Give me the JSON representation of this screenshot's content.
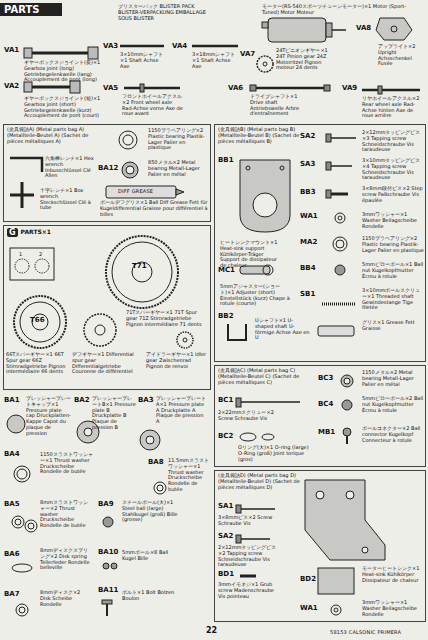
{
  "diagram": {
    "title": "PARTS",
    "nodes": [
      {
        "text": [
          "(金具袋詰A) (Metal parts bag A) (Metallteile-Beutel A) (Sachet de pièces métalliques A)"
        ]
      },
      {
        "text": [
          "G",
          "PARTS×1"
        ]
      },
      {
        "text": [
          "(金具袋詰B) (Metal parts bag B) (Metallteile-Beutel B) (Sachet de pièces métalliques B)"
        ]
      },
      {
        "text": [
          "(金具袋詰C) (Metal parts bag C) (Metallteile-Beutel C) (Sachet de pièces métalliques C)"
        ]
      },
      {
        "text": [
          "(金具袋詰D) (Metal parts bag D) (Metallteile-Beutel D) (Sachet de pièces métalliques D)"
        ]
      }
    ],
    "labels": [
      "ブリスターパック BLISTER PACK BLISTER-VERPACKUNG EMBALLAGE SOUS BLISTER",
      "モーター(RS-540スポーツチューンモーター)×1 Motor (Sport-Tuned) Motor Moteur",
      "VA1",
      "ギヤーボックスジョイント(長)×1 Gearbox joint (long) Getriebegelenkwelle (lang) Accouplement de pont (long)",
      "VA2",
      "ギヤーボックスジョイント(短)×1 Gearbox joint (short) Getriebegelenkwelle (kurz) Accouplement de pont (court)",
      "VA3",
      "3×10mmシャフト×1 Shaft Achse Axe",
      "VA4",
      "3×18mmシャフト×1 Shaft Achse Axe",
      "VA7",
      "24Tピニオンギヤー×1 24T Pinion gear 24Z Motorritzel Pignon moteur 24 dents",
      "VA8",
      "アップライト×2 Upright Achsschenkel Fusée",
      "VA5",
      "フロントホイールアクスル×2 Front wheel axle Rad-Achse vorne Axe de roue avant",
      "VA6",
      "ドライブシャフト×1 Drive shaft Antriebswelle Arbre d'entraînement",
      "VA9",
      "リヤホイールアクスル×2 Rear wheel axle Rad-Achse hinten Axe de roue arrière",
      "六角棒レンチ×1 Hex wrench Inbusschlüssel Clé Allen",
      "十字レンチ×1 Box wrench Steckschlüssel Clé à tube",
      "1150プラベアリング×2 Plastic bearing Plastik-Lager Palier en plastique",
      "BA12",
      "850メタル×2 Metal bearing Metall-Lager Palier en métal",
      "DIFF GREASE",
      "ボールデフグリス×1 Ball Diff Grease Fett für Kugeldifferential Graisse pour différentiel à billes",
      "1",
      "2",
      "T71",
      "T66",
      "71Tスパーギヤー×1 71T Spur gear 71Z Stirnradgetriebe Pignon intermédiaire 71 dents",
      "66Tスパーギヤー×1 66T Spur gear 66Z Stirnradgetriebe Pignon intermédiaire 66 dents",
      "デフギヤー×1 Differential spur gear Differentialgetriebe Couronne de différentiel",
      "アイドラーギヤー×1 Idler gear Zwischenrad Pignon de renvoi",
      "BA1",
      "プレッシャープレートキャップ×1 Pressure plate cap Druckplatten-Kappe Capot du plaque de pression",
      "BA2",
      "プレッシャープレートB×1 Pressure plate B Druckplatte B Plaque de pression B",
      "BA3",
      "プレッシャープレートA×1 Pressure plate A Druckplatte A Plaque de pression A",
      "BA8",
      "11.5mmスラストワッシャー×1 Thrust washer Druckscheibe Rondelle de butée",
      "BA4",
      "1150スラストワッシャー×1 Thrust washer Druckscheibe Rondelle de butée",
      "BA5",
      "8mmスラストワッシャー×2 Thrust washer Druckscheibe Rondelle de butée",
      "BA6",
      "8mmディスクスプリング×2 Disk spring Tellerfeder Rondelle belleville",
      "BA7",
      "8mmディスク×2 Disk Scheibe Rondelle",
      "BA9",
      "スチールボール(大)×1 Steel ball (large) Stahlkugel (groß) Bille (grosse)",
      "BA10",
      "5mmボール×8 Ball Kugel Bille",
      "BA11",
      "ボルト×1 Bolt Bolzen Boulon",
      "SA2",
      "2×12mmタッピングビス×3 Tapping screw Schneidschraube Vis taraudeuse",
      "SA3",
      "3×10mmタッピングビス×4 Tapping screw Schneidschraube Vis taraudeuse",
      "BB3",
      "3×8mm段付ビス×2 Step screw Paßschraube Vis épaulée",
      "WA1",
      "3mmワッシャー×1 Washer Beilagscheibe Rondelle",
      "MA2",
      "1150プラベアリング×2 Plastic bearing Plastik-Lager Palier en plastique",
      "BB1",
      "ヒートシンクマウント×1 Heat-sink support Kühlkörper-Träger Support de dissipateur de chaleur",
      "BB4",
      "5mmピローボール×1 Ball nut Kugelkopfmutter Écrou à rotule",
      "MC1",
      "5mmアジャスター(ショート)×1 Adjuster (short) Einstellstück (kurz) Chape à rotule (courte)",
      "SB1",
      "3×10mmボールスクリュー×1 Threaded shaft Gewindestange Tige filetée",
      "BB2",
      "Uシャフト×1 U-shaped shaft U-förmige Achse Axe en U",
      "グリス×1 Grease Fett Graisse",
      "BC3",
      "1150メタル×2 Metal bearing Metall-Lager Palier en métal",
      "BC4",
      "5mmピローボール×2 Ball nut Kugelkopfmutter Écrou à rotule",
      "BC1",
      "2×22mmスクリュー×2 Screw Schraube Vis",
      "BC2",
      "Oリング(大)×1 O-ring (large) O-Ring (groß) Joint torique (gros)",
      "MB1",
      "ボールコネクター×2 Ball connector Kugelkopf Connecteur à rotule",
      "SA1",
      "3×8mmビス×2 Screw Schraube Vis",
      "BD2",
      "モーターヒートシンク×1 Heat-sink Kühlkörper Dissipateur de chaleur",
      "SA2",
      "2×12mmタッピングビス×2 Tapping screw Schneidschraube Vis taraudeuse",
      "BD1",
      "3mmイモネジ×1 Grub screw Madenschraube Vis pointeau",
      "WA1",
      "3mmワッシャー×1 Washer Beilagscheibe Rondelle",
      "22",
      "58153 CALSONIC PRIMERA"
    ]
  }
}
